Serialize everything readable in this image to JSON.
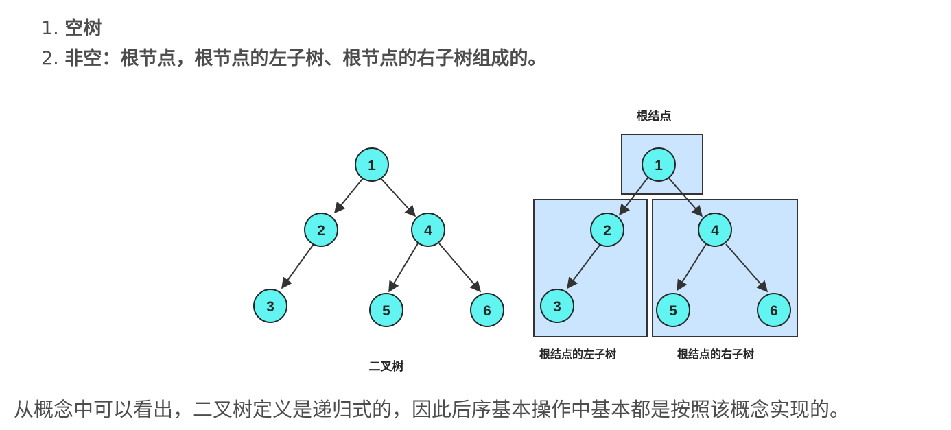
{
  "list": [
    {
      "num": "1.",
      "text": "空树"
    },
    {
      "num": "2.",
      "text": "非空：根节点，根节点的左子树、根节点的右子树组成的。"
    }
  ],
  "figure": {
    "left_tree": {
      "caption": "二叉树",
      "nodes": [
        "1",
        "2",
        "4",
        "3",
        "5",
        "6"
      ]
    },
    "right_tree": {
      "root_label": "根结点",
      "left_label": "根结点的左子树",
      "right_label": "根结点的右子树",
      "nodes": [
        "1",
        "2",
        "4",
        "3",
        "5",
        "6"
      ]
    },
    "colors": {
      "node_fill": "#62f4f1",
      "node_stroke": "#262626",
      "box_fill": "#cce5ff",
      "box_stroke": "#333333"
    }
  },
  "paragraph": "从概念中可以看出，二叉树定义是递归式的，因此后序基本操作中基本都是按照该概念实现的。"
}
